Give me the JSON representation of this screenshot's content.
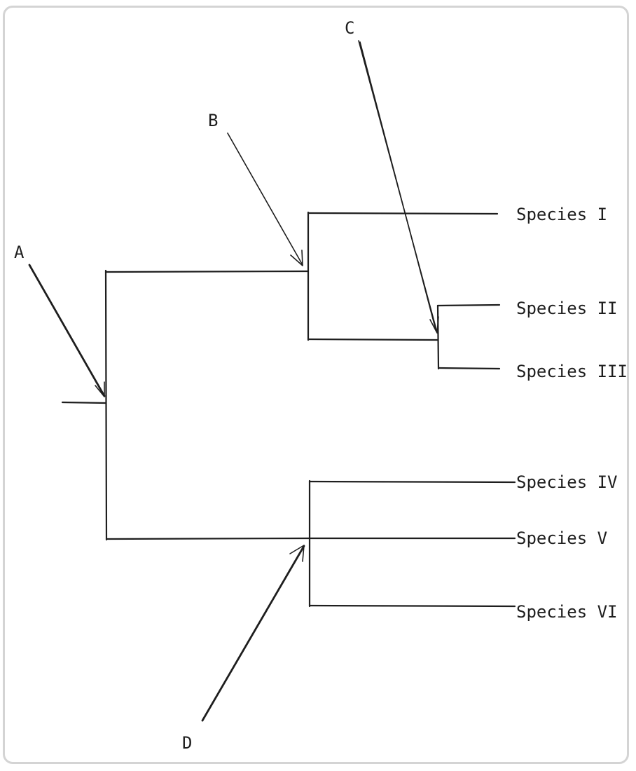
{
  "diagram": {
    "node_labels": {
      "a": "A",
      "b": "B",
      "c": "C",
      "d": "D"
    },
    "species": [
      "Species I",
      "Species II",
      "Species III",
      "Species IV",
      "Species V",
      "Species VI"
    ]
  }
}
